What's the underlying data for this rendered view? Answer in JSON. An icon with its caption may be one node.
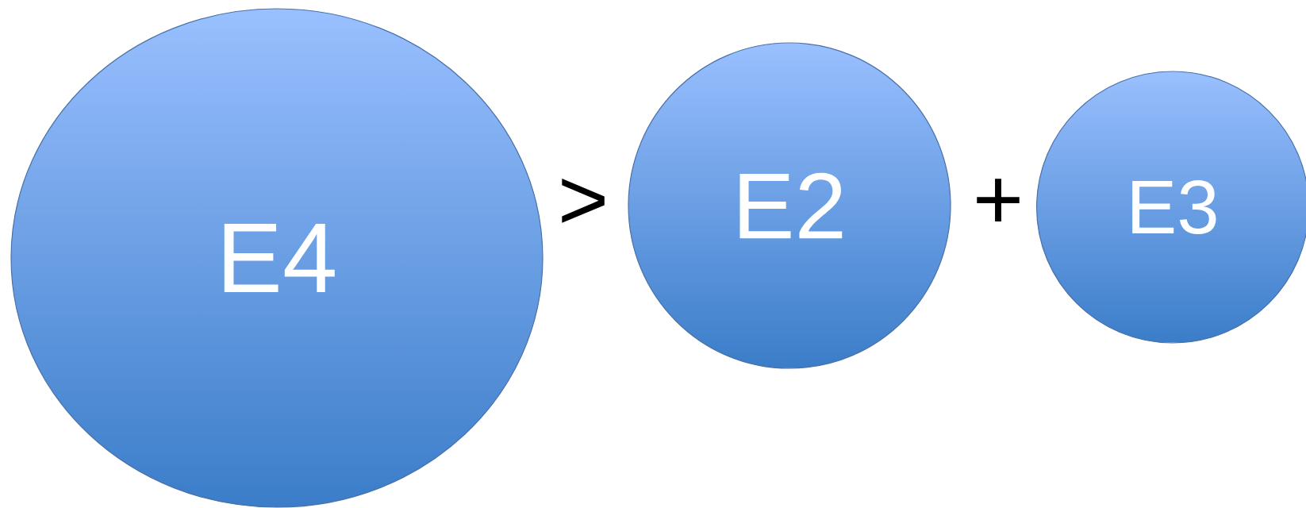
{
  "diagram": {
    "nodes": [
      {
        "text": [
          "E4"
        ]
      },
      {
        "text": [
          "E2"
        ]
      },
      {
        "text": [
          "E3"
        ]
      }
    ],
    "labels": [
      ">",
      "+"
    ]
  }
}
